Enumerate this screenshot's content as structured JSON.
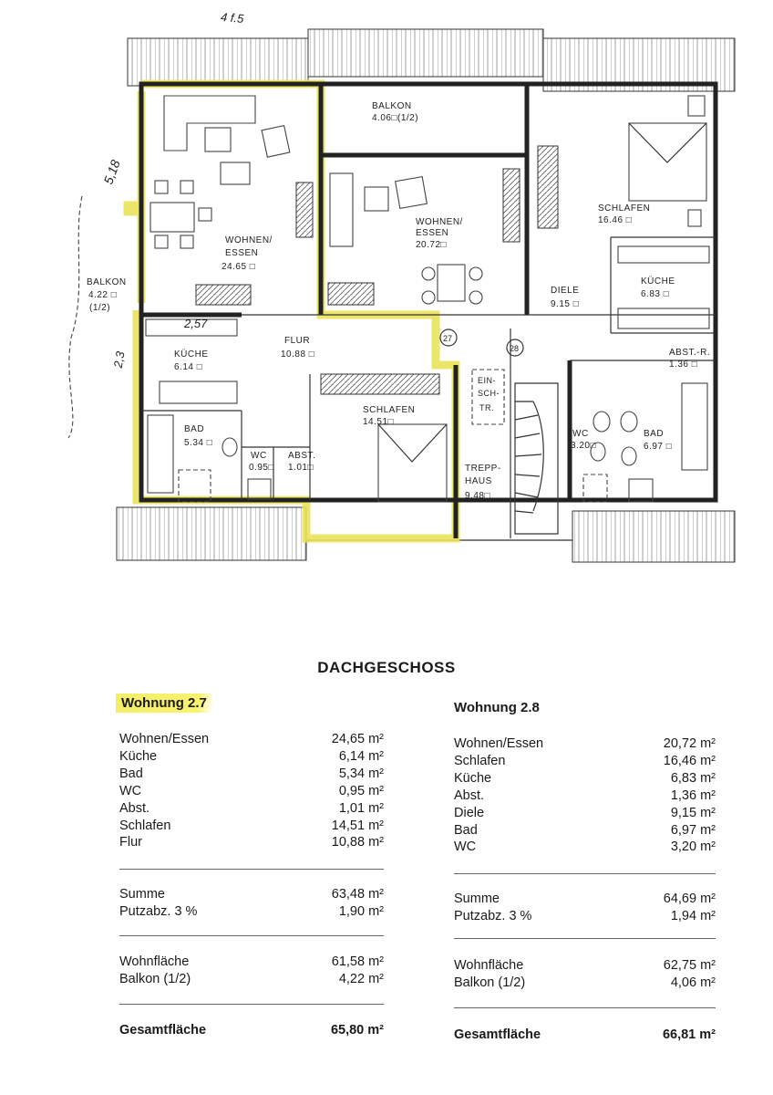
{
  "plan": {
    "top_note": "4 f.5",
    "margin_notes": [
      "5,18",
      "2,57",
      "2,3"
    ],
    "rooms": [
      {
        "id": "balkon-left",
        "name": "BALKON",
        "area": "4.22 □",
        "extra": "(1/2)"
      },
      {
        "id": "wohnen-left",
        "name": "WOHNEN/",
        "name2": "ESSEN",
        "area": "24.65 □"
      },
      {
        "id": "balkon-top",
        "name": "BALKON",
        "area": "4.06□(1/2)"
      },
      {
        "id": "wohnen-mid",
        "name": "WOHNEN/",
        "name2": "ESSEN",
        "area": "20.72□"
      },
      {
        "id": "schlafen-right",
        "name": "SCHLAFEN",
        "area": "16.46 □"
      },
      {
        "id": "kueche-right",
        "name": "KÜCHE",
        "area": "6.83 □"
      },
      {
        "id": "diele",
        "name": "DIELE",
        "area": "9.15 □"
      },
      {
        "id": "abst-right",
        "name": "ABST.-R.",
        "area": "1.36 □"
      },
      {
        "id": "kueche-left",
        "name": "KÜCHE",
        "area": "6.14 □"
      },
      {
        "id": "flur",
        "name": "FLUR",
        "area": "10.88 □"
      },
      {
        "id": "schlafen-mid",
        "name": "SCHLAFEN",
        "area": "14.51□"
      },
      {
        "id": "bad-left",
        "name": "BAD",
        "area": "5.34 □"
      },
      {
        "id": "wc-left",
        "name": "WC",
        "area": "0.95□"
      },
      {
        "id": "abst-left",
        "name": "ABST.",
        "area": "1.01□"
      },
      {
        "id": "treppenhaus",
        "name": "TREPP-",
        "name2": "HAUS",
        "area": "9.48□"
      },
      {
        "id": "einbau",
        "name": "EIN-",
        "name2": "SCH-",
        "extra": "TR."
      },
      {
        "id": "wc-right",
        "name": "WC",
        "area": "3.20□"
      },
      {
        "id": "bad-right",
        "name": "BAD",
        "area": "6.97 □"
      }
    ],
    "unit_markers": [
      "27",
      "28"
    ],
    "highlight_color": "#e9e25a"
  },
  "section_title": "DACHGESCHOSS",
  "units": [
    {
      "title": "Wohnung 2.7",
      "rooms": [
        {
          "name": "Wohnen/Essen",
          "area": "24,65 m²"
        },
        {
          "name": "Küche",
          "area": "6,14 m²"
        },
        {
          "name": "Bad",
          "area": "5,34 m²"
        },
        {
          "name": "WC",
          "area": "0,95 m²"
        },
        {
          "name": "Abst.",
          "area": "1,01 m²"
        },
        {
          "name": "Schlafen",
          "area": "14,51 m²"
        },
        {
          "name": "Flur",
          "area": "10,88 m²"
        }
      ],
      "summe": {
        "label": "Summe",
        "area": "63,48 m²"
      },
      "putz": {
        "label": "Putzabz. 3 %",
        "area": "1,90 m²"
      },
      "wohnflaeche": {
        "label": "Wohnfläche",
        "area": "61,58 m²"
      },
      "balkon": {
        "label": "Balkon (1/2)",
        "area": "4,22 m²"
      },
      "gesamt": {
        "label": "Gesamtfläche",
        "area": "65,80 m²"
      }
    },
    {
      "title": "Wohnung 2.8",
      "rooms": [
        {
          "name": "Wohnen/Essen",
          "area": "20,72 m²"
        },
        {
          "name": "Schlafen",
          "area": "16,46 m²"
        },
        {
          "name": "Küche",
          "area": "6,83 m²"
        },
        {
          "name": "Abst.",
          "area": "1,36 m²"
        },
        {
          "name": "Diele",
          "area": "9,15 m²"
        },
        {
          "name": "Bad",
          "area": "6,97 m²"
        },
        {
          "name": "WC",
          "area": "3,20 m²"
        }
      ],
      "summe": {
        "label": "Summe",
        "area": "64,69 m²"
      },
      "putz": {
        "label": "Putzabz. 3 %",
        "area": "1,94 m²"
      },
      "wohnflaeche": {
        "label": "Wohnfläche",
        "area": "62,75 m²"
      },
      "balkon": {
        "label": "Balkon (1/2)",
        "area": "4,06 m²"
      },
      "gesamt": {
        "label": "Gesamtfläche",
        "area": "66,81 m²"
      }
    }
  ]
}
